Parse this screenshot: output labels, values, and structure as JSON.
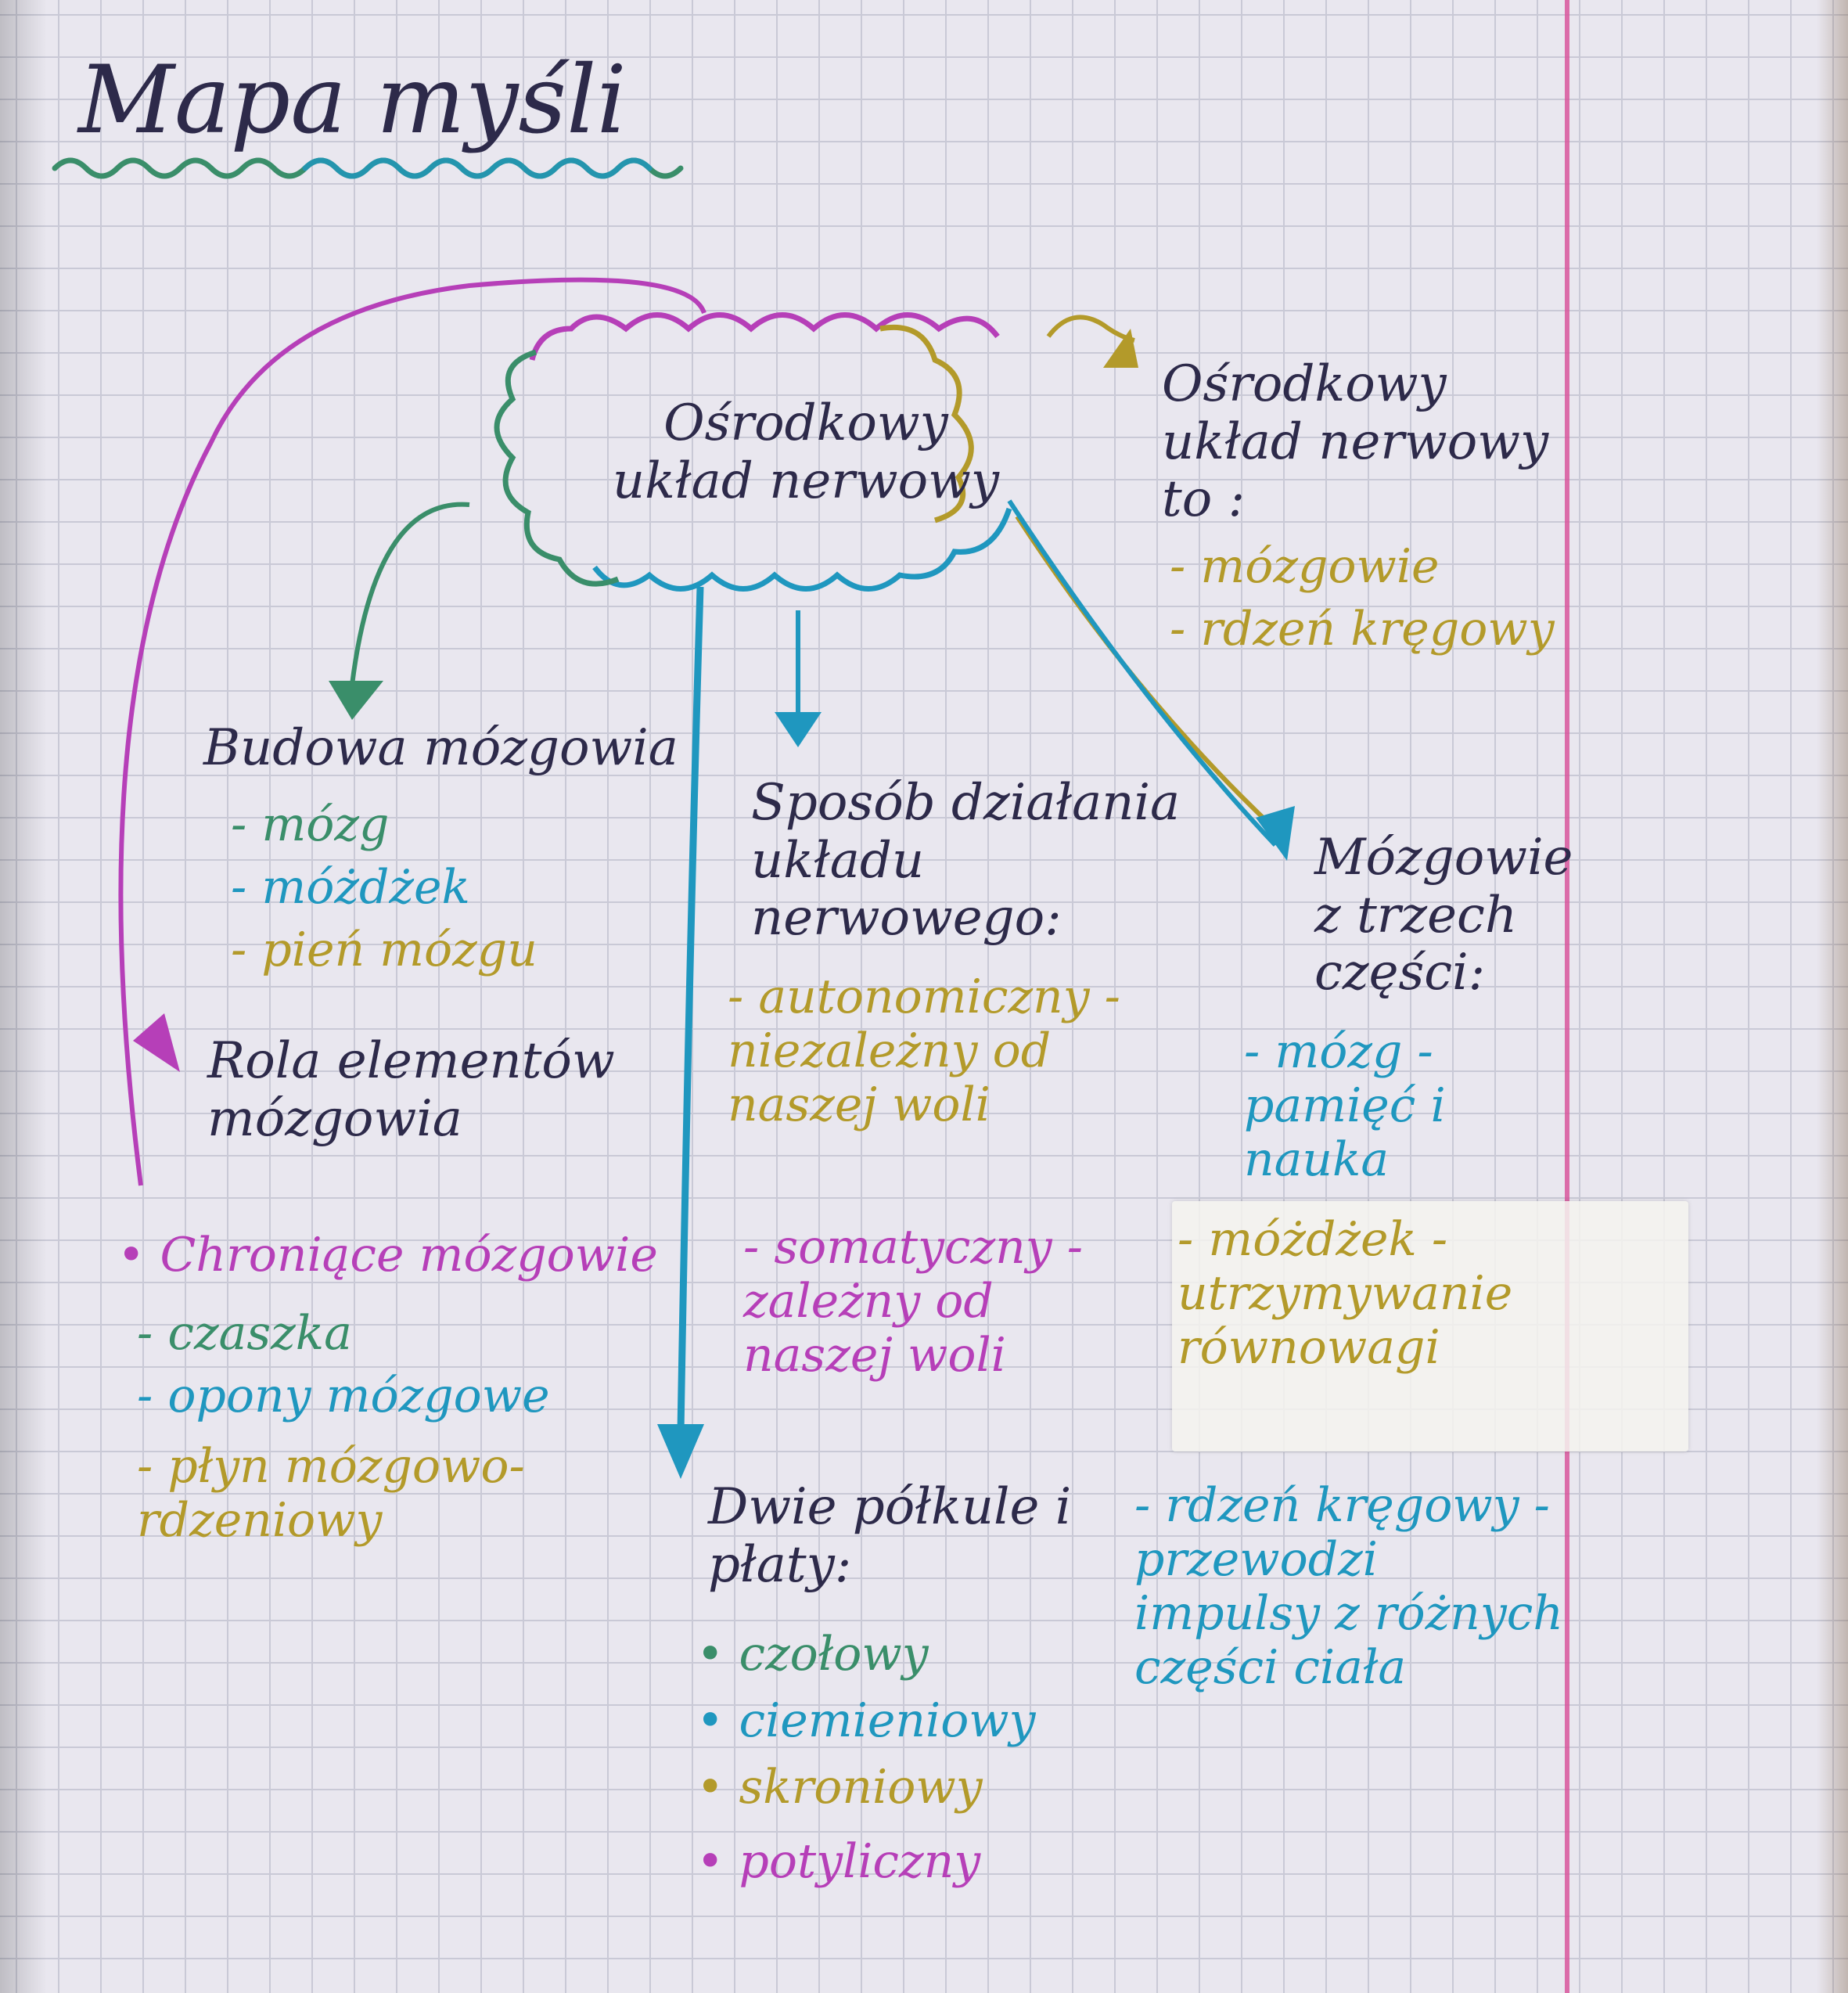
{
  "title": "Mapa myśli",
  "central": "Ośrodkowy układ nerwowy",
  "definition": {
    "heading": "Ośrodkowy układ nerwowy to :",
    "items": [
      "- mózgowie",
      "- rdzeń kręgowy"
    ]
  },
  "budowa": {
    "heading": "Budowa mózgowia",
    "items": [
      "- mózg",
      "- móżdżek",
      "- pień mózgu"
    ]
  },
  "sposob": {
    "heading": "Sposób działania układu nerwowego:",
    "auto": "- autonomiczny - niezależny od naszej woli",
    "somat": "- somatyczny - zależny od naszej woli"
  },
  "mozgowie": {
    "heading": "Mózgowie z trzech części:",
    "mozg": "- mózg - pamięć i nauka",
    "mozdzek": "- móżdżek - utrzymywanie równowagi"
  },
  "rola": {
    "heading": "Rola elementów mózgowia",
    "chroniace": "• Chroniące mózgowie",
    "items": [
      "- czaszka",
      "- opony mózgowe",
      "- płyn mózgowo-rdzeniowy"
    ]
  },
  "polkule": {
    "heading": "Dwie półkule i płaty:",
    "items": [
      "• czołowy",
      "• ciemieniowy",
      "• skroniowy",
      "• potyliczny"
    ]
  },
  "rdzen": "- rdzeń kręgowy - przewodzi impulsy z różnych części ciała",
  "colors": {
    "dark": "#2d2a4a",
    "green": "#3a8e6a",
    "blue": "#1f97bf",
    "olive": "#b39a2a",
    "purple": "#b63fb8",
    "margin": "#d8569c"
  }
}
